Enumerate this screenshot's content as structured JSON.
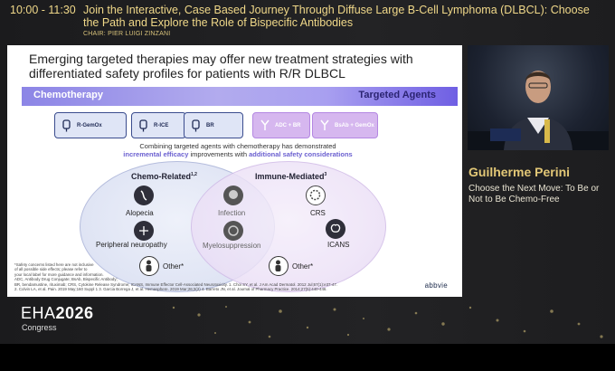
{
  "header": {
    "time": "10:00 - 11:30",
    "title": "Join the Interactive, Case Based Journey Through Diffuse Large B-Cell Lymphoma (DLBCL): Choose the Path and Explore the Role of Bispecific Antibodies",
    "chair": "CHAIR: PIER LUIGI ZINZANI"
  },
  "slide": {
    "title": "Emerging targeted therapies may offer new treatment strategies with differentiated safety profiles for patients with R/R DLBCL",
    "band": {
      "left": "Chemotherapy",
      "right": "Targeted Agents"
    },
    "pills": [
      {
        "label": "R-GemOx",
        "style": "blue"
      },
      {
        "label": "R-ICE",
        "style": "blue"
      },
      {
        "label": "BR",
        "style": "blue"
      },
      {
        "label": "ADC + BR",
        "style": "purple"
      },
      {
        "label": "BsAb + GemOx",
        "style": "purple"
      }
    ],
    "combo": {
      "line1": "Combining targeted agents with chemotherapy has demonstrated",
      "line2_a": "incremental efficacy",
      "line2_b": " improvements with ",
      "line2_c": "additional safety considerations"
    },
    "venn": {
      "left_label": "Chemo-Related",
      "left_sup": "1,2",
      "right_label": "Immune-Mediated",
      "right_sup": "3",
      "left_items": {
        "alopecia": "Alopecia",
        "neuropathy": "Peripheral neuropathy",
        "other": "Other*"
      },
      "shared_items": {
        "infection": "Infection",
        "myelo": "Myelosuppression"
      },
      "right_items": {
        "crs": "CRS",
        "icans": "ICANS",
        "other": "Other*"
      }
    },
    "footnotes": [
      "*Safety concerns listed here are not inclusive",
      "of all possible side effects; please refer to",
      "your local label for more guidance and information.",
      "ADC, Antibody Drug Conjugate; BsAb, Bispecific Antibody;",
      "BR, bendamustine, rituximab; CRS, Cytokine Release Syndrome; ICANS, Immune Effector Cell-Associated Neurotoxicity. 1. Choi SY, et al. J Am Acad Dermatol. 2012 Jul;67(1):e37-47.",
      "2. Colvin LA, et al. Pain. 2019 May;160 Suppl 1   3. Garcia Borrega J, et al. Hemasphere. 2019 Mar;26;3(2)   4. Barreto JN, et al. Journal of Pharmacy Practice. 2014;27(5):440-446."
    ],
    "brand": "abbvie"
  },
  "speaker": {
    "name": "Guilherme Perini",
    "talk": "Choose the Next Move: To Be or Not to Be Chemo-Free"
  },
  "congress": {
    "eha": "EHA",
    "year": "2026",
    "sub": "Congress"
  },
  "colors": {
    "header_gold": "#f0d889",
    "name_gold": "#e3c877",
    "band_purple": "#6f5fe3",
    "highlight": "#6a5fd0"
  }
}
